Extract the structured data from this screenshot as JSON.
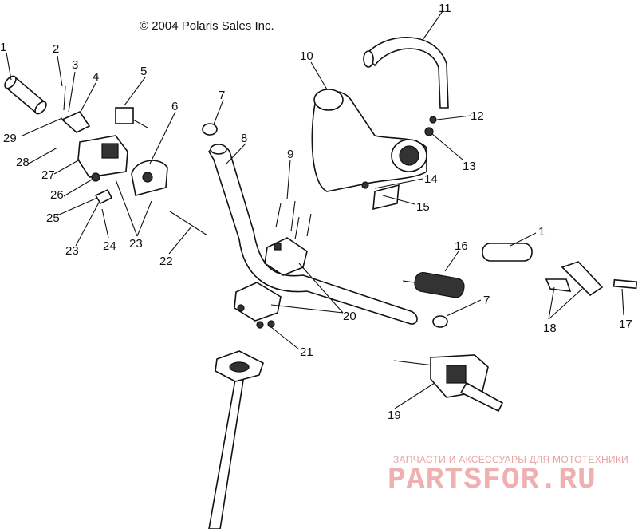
{
  "header": {
    "copyright": "© 2004 Polaris Sales Inc."
  },
  "watermark": {
    "line": "ЗАПЧАСТИ И АКСЕССУАРЫ ДЛЯ МОТОТЕХНИКИ",
    "logo": "PARTSFOR.RU",
    "color": "#e8a3a3"
  },
  "callouts": [
    {
      "id": "c1a",
      "label": "1"
    },
    {
      "id": "c2",
      "label": "2"
    },
    {
      "id": "c3",
      "label": "3"
    },
    {
      "id": "c4",
      "label": "4"
    },
    {
      "id": "c5",
      "label": "5"
    },
    {
      "id": "c6",
      "label": "6"
    },
    {
      "id": "c7a",
      "label": "7"
    },
    {
      "id": "c8",
      "label": "8"
    },
    {
      "id": "c9",
      "label": "9"
    },
    {
      "id": "c10",
      "label": "10"
    },
    {
      "id": "c11",
      "label": "11"
    },
    {
      "id": "c12",
      "label": "12"
    },
    {
      "id": "c13",
      "label": "13"
    },
    {
      "id": "c14",
      "label": "14"
    },
    {
      "id": "c15",
      "label": "15"
    },
    {
      "id": "c16",
      "label": "16"
    },
    {
      "id": "c1b",
      "label": "1"
    },
    {
      "id": "c7b",
      "label": "7"
    },
    {
      "id": "c17",
      "label": "17"
    },
    {
      "id": "c18",
      "label": "18"
    },
    {
      "id": "c19",
      "label": "19"
    },
    {
      "id": "c20",
      "label": "20"
    },
    {
      "id": "c21",
      "label": "21"
    },
    {
      "id": "c22",
      "label": "22"
    },
    {
      "id": "c23a",
      "label": "23"
    },
    {
      "id": "c23b",
      "label": "23"
    },
    {
      "id": "c24",
      "label": "24"
    },
    {
      "id": "c25",
      "label": "25"
    },
    {
      "id": "c26",
      "label": "26"
    },
    {
      "id": "c27",
      "label": "27"
    },
    {
      "id": "c28",
      "label": "28"
    },
    {
      "id": "c29",
      "label": "29"
    }
  ]
}
